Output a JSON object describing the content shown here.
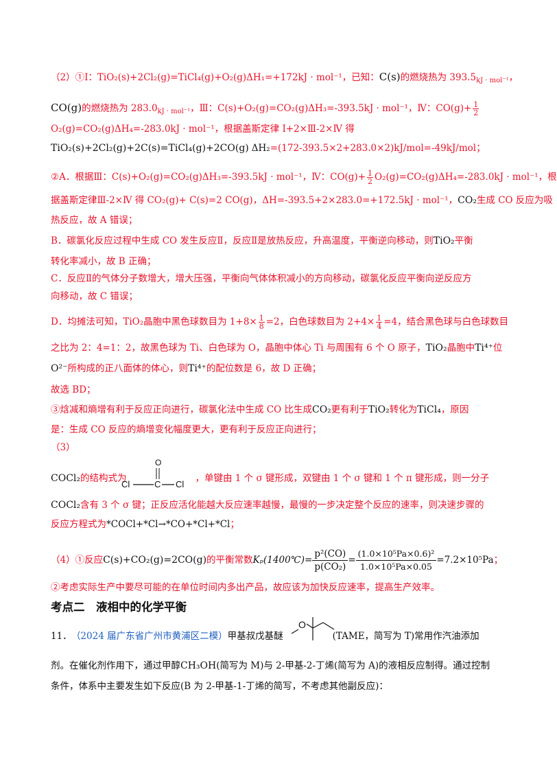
{
  "p1": {
    "a": "（2）①Ⅰ：TiO₂(s)+2Cl₂(g)=TiCl₄(g)+O₂(g)ΔH₁=+172kJ · mol⁻¹，已知：",
    "b": "C(s)",
    "c": "的燃烧热为 393.5",
    "d": "kJ · mol⁻¹",
    "e": "，"
  },
  "p2": {
    "a": "CO(g)",
    "b": "的燃烧热为 283.0",
    "c": "kJ · mol⁻¹",
    "d": "，Ⅲ：C(s)+O₂(g)=CO₂(g)ΔH₃=-393.5kJ · mol⁻¹，Ⅳ：CO(g)+",
    "frac_num": "1",
    "frac_den": "2"
  },
  "p3": "O₂(g)=CO₂(g)ΔH₄=-283.0kJ · mol⁻¹，根据盖斯定律 Ⅰ+2×Ⅲ-2×Ⅳ 得",
  "p4": {
    "eq": "TiO₂(s)+2Cl₂(g)+2C(s)=TiCl₄(g)+2CO(g)",
    "dh": "ΔH₂",
    "val": "=(172-393.5×2+283.0×2)kJ/mol=-49kJ/mol；"
  },
  "p5": {
    "a": "②A．根据Ⅲ：C(s)+O₂(g)=CO₂(g)ΔH₃=-393.5kJ · mol⁻¹，Ⅳ：CO(g)+",
    "frac_num": "1",
    "frac_den": "2",
    "b": "O₂(g)=CO₂(g)ΔH₄=-283.0kJ · mol⁻¹，根"
  },
  "p6": {
    "a": "据盖斯定律Ⅲ-2×Ⅳ 得 CO₂(g)+ C(s)=2 CO(g)，ΔH=-393.5+2×283.0=+172.5kJ · mol⁻¹，",
    "b": "CO₂",
    "c": "生成 CO 反应为吸"
  },
  "p7": "热反应，故 A 错误；",
  "p8": {
    "a": "B．碳氯化反应过程中生成 CO 发生反应Ⅱ，反应Ⅱ是放热反应，升高温度，平衡逆向移动，则",
    "b": "TiO₂",
    "c": "平衡"
  },
  "p9": "转化率减小，故 B 正确；",
  "p10": "C．反应Ⅱ的气体分子数增大，增大压强，平衡向气体体积减小的方向移动，碳氯化反应平衡向逆反应方",
  "p11": "向移动，故 C 错误；",
  "p12": {
    "a": "D．均摊法可知，TiO₂晶胞中黑色球数目为 1+8×",
    "f1_num": "1",
    "f1_den": "8",
    "b": "=2，白色球数目为 2+4×",
    "f2_num": "1",
    "f2_den": "4",
    "c": "=4，结合黑色球与白色球数目"
  },
  "p13": {
    "a": "之比为 2：4=1：2，故黑色球为 Ti、白色球为 O，晶胞中体心 Ti 与周围有 6 个 O 原子，",
    "b": "TiO₂",
    "c": "晶胞中",
    "d": "Ti⁴⁺",
    "e": "位"
  },
  "p14": {
    "a": "O²⁻",
    "b": "所构成的正八面体的体心，则",
    "c": "Ti⁴⁺",
    "d": "的配位数是 6，故 D 正确；"
  },
  "p15": "故选 BD；",
  "p16": {
    "a": "③焓减和熵增有利于反应正向进行，碳氯化法中生成 CO 比生成",
    "b": "CO₂",
    "c": "更有利于",
    "d": "TiO₂",
    "e": "转化为",
    "f": "TiCl₄",
    "g": "，原因"
  },
  "p17": "是：生成 CO 反应的熵增变化幅度更大，更有利于反应正向进行；",
  "p18": "（3）",
  "p19": {
    "a": "COCl₂",
    "b": "的结构式为",
    "c": "，单键由 1 个 σ 键形成，双键由 1 个 σ 键和 1 个 π 键形成，则一分子"
  },
  "structure": {
    "top": "O",
    "left": "Cl",
    "center": "C",
    "right": "Cl"
  },
  "p20": {
    "a": "COCl₂",
    "b": "含有 3 个 σ 键；正反应活化能越大反应速率越慢，最慢的一步决定整个反应的速率，则决速步骤的"
  },
  "p21": {
    "a": "反应方程式为",
    "b": "*COCl+*Cl→*CO+*Cl+*Cl",
    "c": "；"
  },
  "p22": {
    "a": "（4）①反应",
    "b": "C(s)+CO₂(g)=2CO(g)",
    "c": "的平衡常数",
    "d": "Kₚ(1400℃)",
    "e": "=",
    "f1_num": "p²(CO)",
    "f1_den": "p(CO₂)",
    "f": "=",
    "f2_num": "(1.0×10⁵Pa×0.6)²",
    "f2_den": "1.0×10⁵Pa×0.05",
    "g": "=7.2×10⁵Pa",
    "h": "；"
  },
  "p23": "②考虑实际生产中要尽可能的在单位时间内多出产品，故应该为加快反应速率，提高生产效率。",
  "heading": "考点二　液相中的化学平衡",
  "q11": {
    "num": "11．",
    "source": "（2024 届广东省广州市黄浦区二模）",
    "a": "甲基叔戊基醚",
    "b": "(TAME，简写为 T)常用作汽油添加"
  },
  "p24": {
    "a": "剂。在催化剂作用下，通过甲醇",
    "b": "CH₃OH",
    "c": "(简写为 M)与 2-甲基-2-丁烯(简写为 A)的液相反应制得。通过控制"
  },
  "p25": "条件，体系中主要发生如下反应(B 为 2-甲基-1-丁烯的简写，不考虑其他副反应)："
}
